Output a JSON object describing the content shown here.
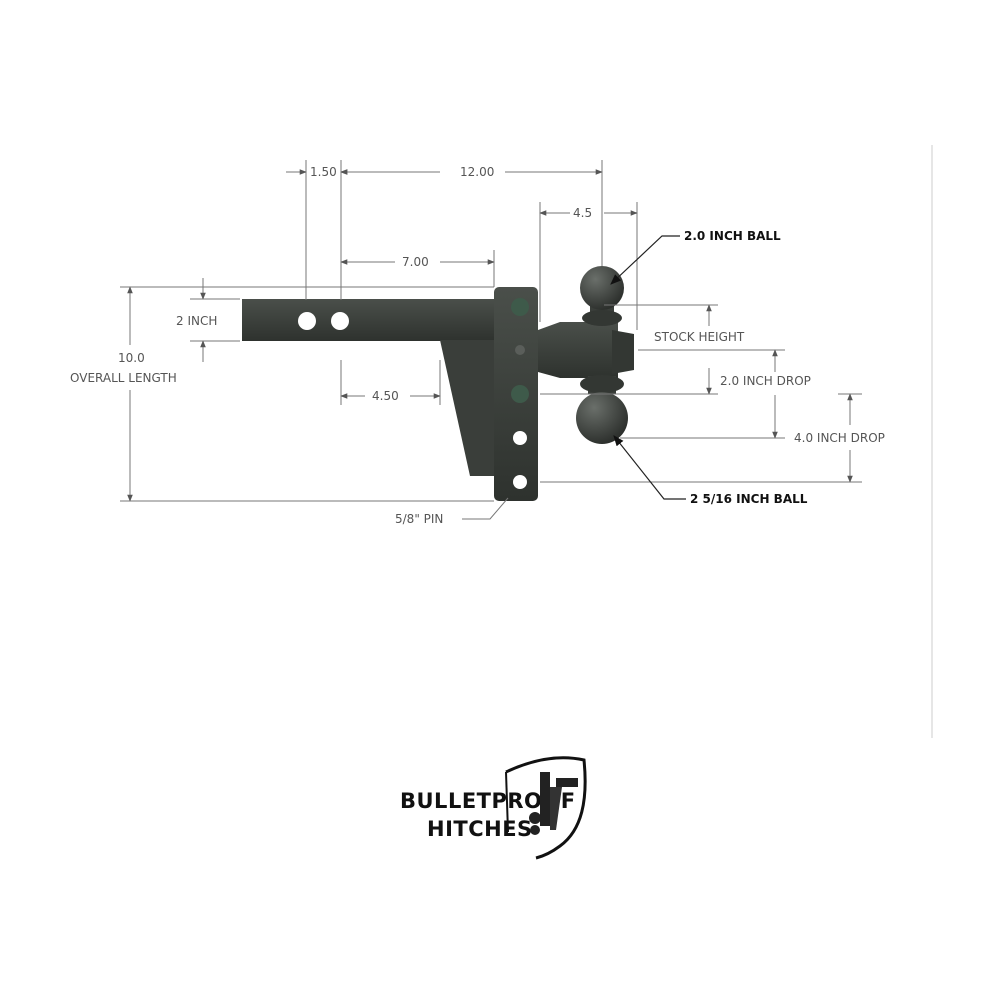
{
  "dimensions": {
    "d_150": "1.50",
    "d_1200": "12.00",
    "d_45": "4.5",
    "d_700": "7.00",
    "d_2inch": "2 INCH",
    "d_450": "4.50",
    "overall_value": "10.0",
    "overall_label": "OVERALL LENGTH",
    "stock_height": "STOCK HEIGHT",
    "drop_2": "2.0 INCH DROP",
    "drop_4": "4.0 INCH DROP",
    "pin": "5/8\"  PIN"
  },
  "callouts": {
    "ball_top": "2.0 INCH BALL",
    "ball_bottom": "2  5/16 INCH BALL"
  },
  "logo": {
    "line1": "BULLETPROOF",
    "line2": "HITCHES"
  },
  "colors": {
    "metal": "#3b403b",
    "metal_dark": "#2c302c",
    "line": "#777777"
  }
}
